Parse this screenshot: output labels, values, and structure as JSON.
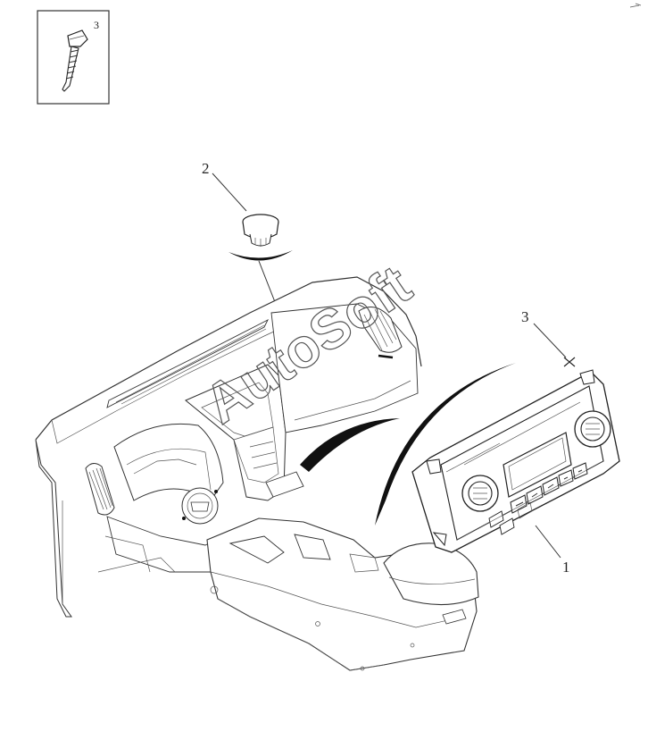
{
  "callouts": {
    "inset_label": "3",
    "cap_label": "2",
    "screw_label": "3",
    "panel_label": "1"
  },
  "watermark": {
    "text": "AutoSoft"
  },
  "icons": {
    "inset": "screw-icon",
    "cap": "plug-cap-icon",
    "panel": "climate-control-panel-icon",
    "dashboard": "dashboard-icon"
  }
}
